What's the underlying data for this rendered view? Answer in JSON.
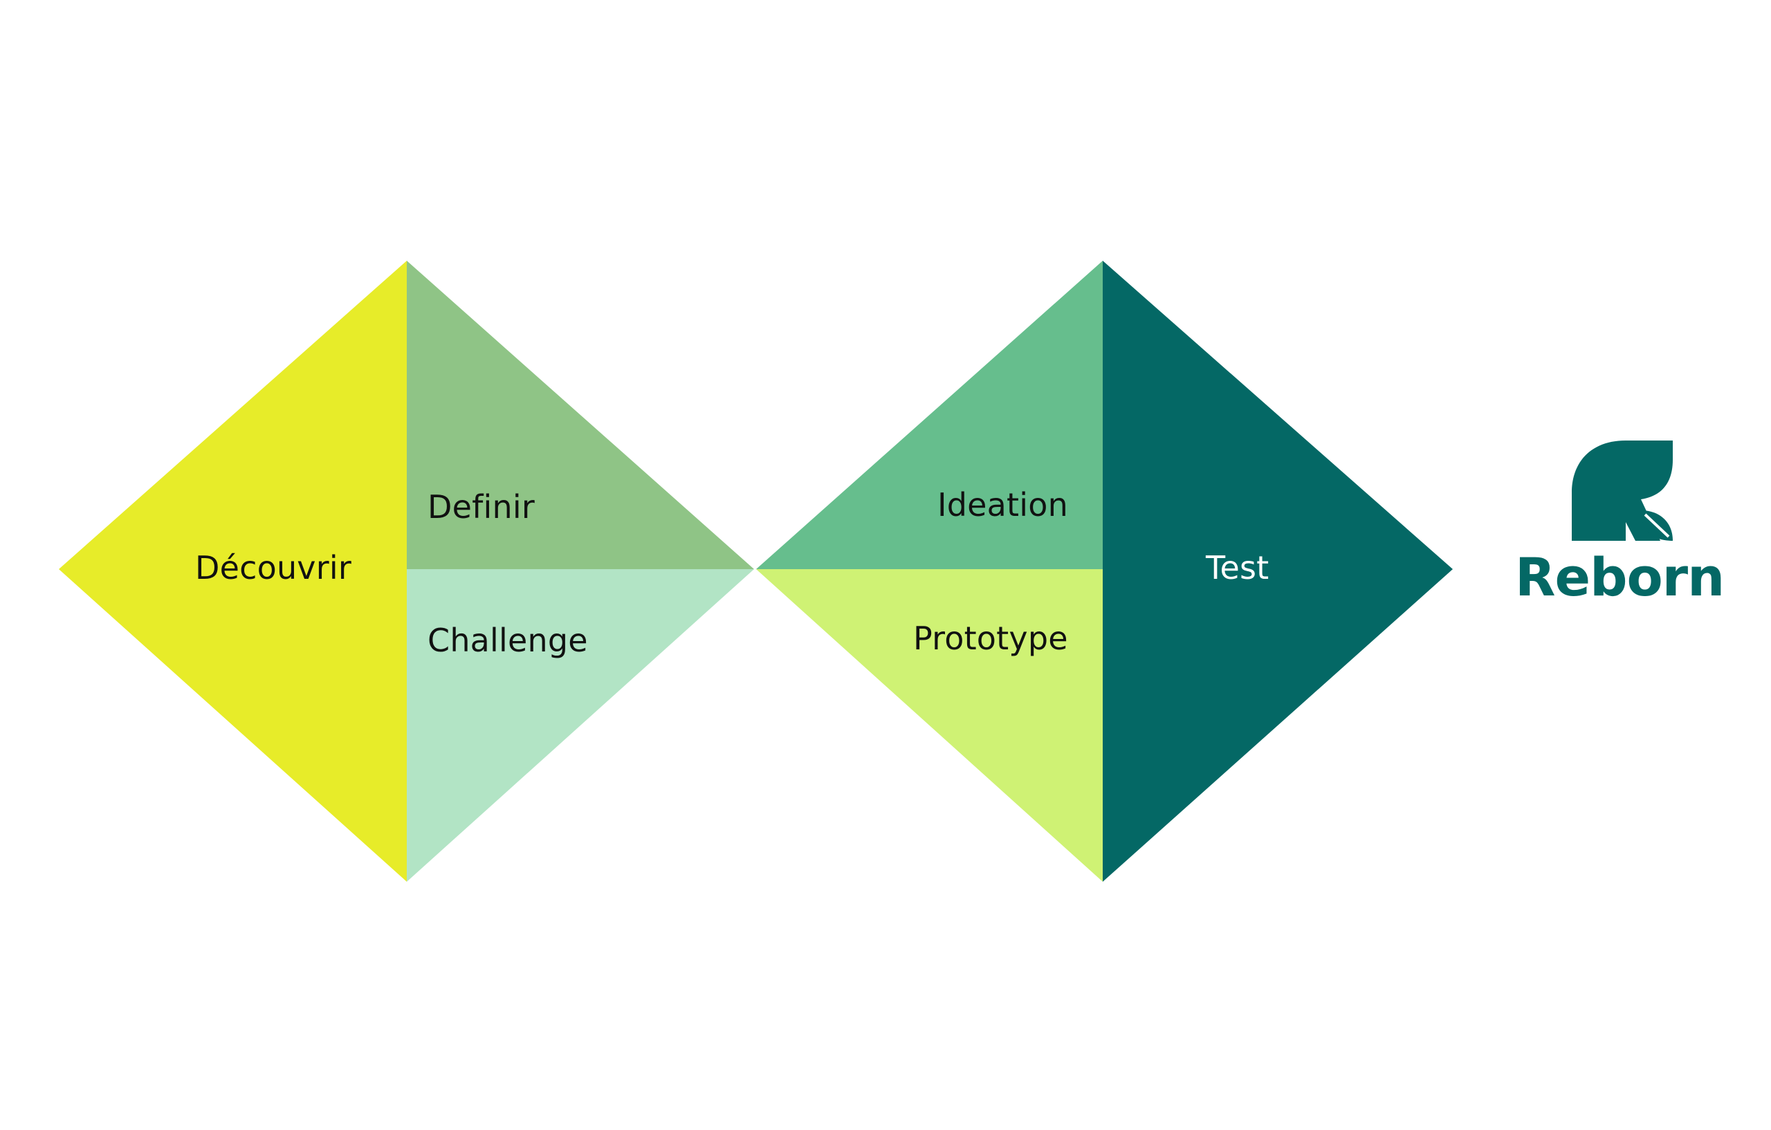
{
  "diagram": {
    "left_diamond": {
      "discover": {
        "label": "Découvrir",
        "color": "#e7ec29"
      },
      "define": {
        "label": "Definir",
        "color": "#8fc486"
      },
      "challenge": {
        "label": "Challenge",
        "color": "#b2e4c5"
      }
    },
    "right_diamond": {
      "ideation": {
        "label": "Ideation",
        "color": "#66be8d"
      },
      "prototype": {
        "label": "Prototype",
        "color": "#cff274"
      },
      "test": {
        "label": "Test",
        "color": "#046865"
      }
    }
  },
  "logo": {
    "wordmark": "Reborn",
    "color": "#046865",
    "icon": "leaf-r-logo-icon"
  }
}
